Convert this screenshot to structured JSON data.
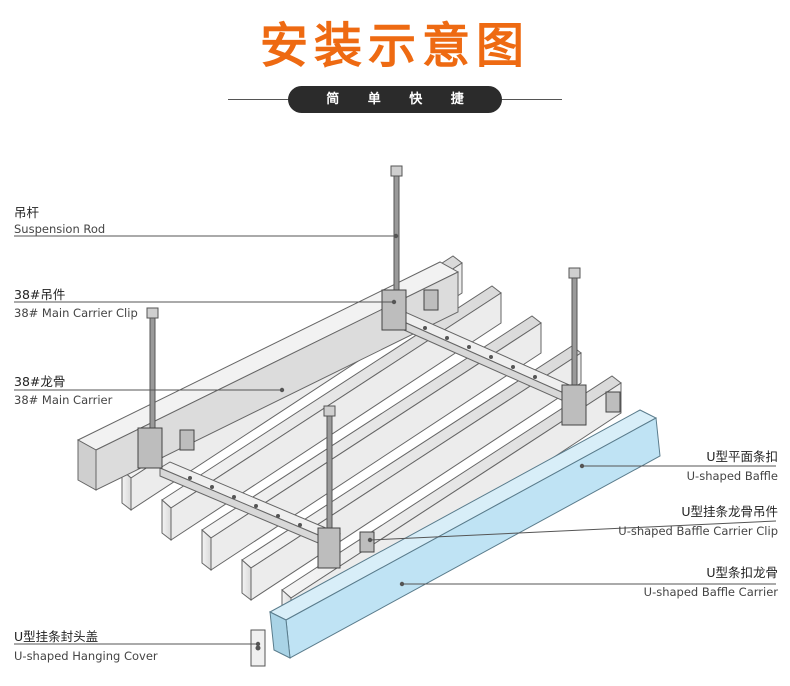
{
  "header": {
    "title": "安装示意图",
    "subtitle": "简 单 快 捷"
  },
  "labels": {
    "suspension_rod": {
      "cn": "吊杆",
      "en": "Suspension Rod"
    },
    "main_carrier_clip": {
      "cn": "38#吊件",
      "en": "38# Main Carrier Clip"
    },
    "main_carrier": {
      "cn": "38#龙骨",
      "en": "38#  Main Carrier"
    },
    "baffle": {
      "cn": "U型平面条扣",
      "en": "U-shaped Baffle"
    },
    "baffle_carrier_clip": {
      "cn": "U型挂条龙骨吊件",
      "en": "U-shaped Baffle Carrier Clip"
    },
    "baffle_carrier": {
      "cn": "U型条扣龙骨",
      "en": "U-shaped Baffle Carrier"
    },
    "hanging_cover": {
      "cn": "U型挂条封头盖",
      "en": "U-shaped Hanging Cover"
    }
  },
  "colors": {
    "title": "#ee6a12",
    "pill": "#2b2b2b",
    "baffle_highlight": "#bfe3f4",
    "metal": "#e6e6e6",
    "outline": "#555555"
  }
}
